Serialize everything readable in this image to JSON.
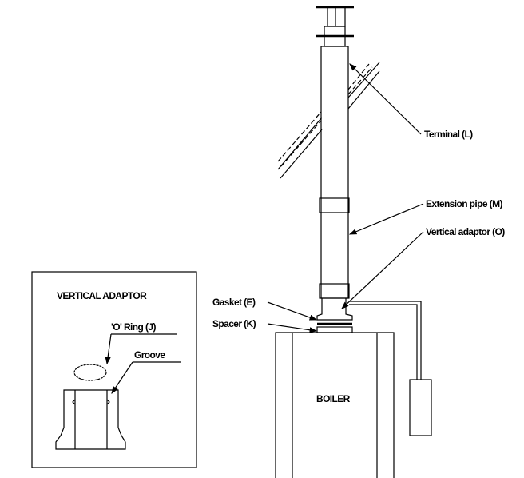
{
  "labels": {
    "terminal": "Terminal (L)",
    "extension_pipe": "Extension pipe (M)",
    "vertical_adaptor": "Vertical adaptor (O)",
    "gasket": "Gasket (E)",
    "spacer": "Spacer (K)",
    "boiler": "BOILER"
  },
  "inset": {
    "title": "VERTICAL ADAPTOR",
    "o_ring": "'O' Ring (J)",
    "groove": "Groove"
  }
}
